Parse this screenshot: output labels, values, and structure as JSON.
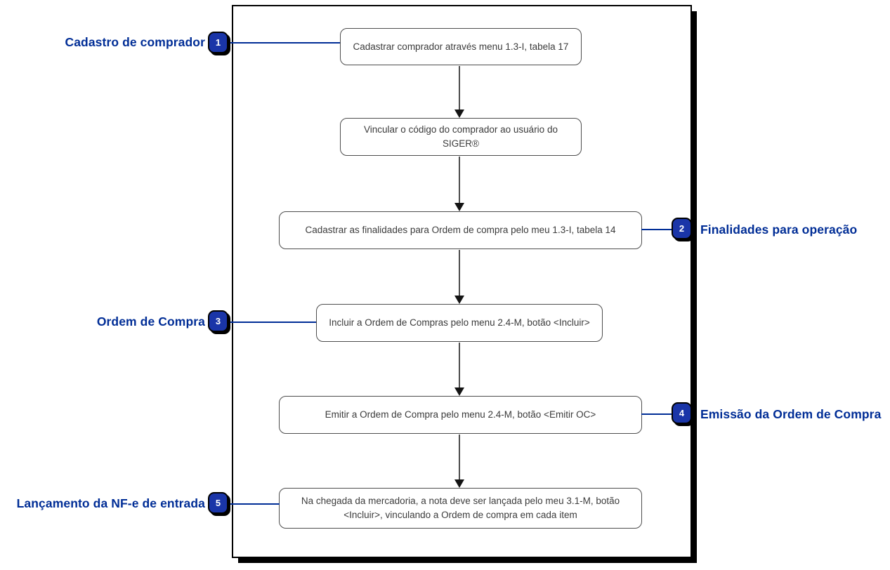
{
  "colors": {
    "accent_navy": "#002d96",
    "badge_fill": "#1a35a8",
    "box_border": "#4d4d4d",
    "frame_border": "#000000",
    "box_text": "#3b3b3b"
  },
  "flow_boxes": [
    {
      "text": "Cadastrar comprador através menu 1.3-I, tabela 17"
    },
    {
      "text": "Vincular o código do comprador ao usuário do SIGER®"
    },
    {
      "text": "Cadastrar as finalidades para Ordem de compra pelo meu 1.3-I, tabela 14"
    },
    {
      "text": "Incluir a Ordem de Compras pelo menu 2.4-M, botão <Incluir>"
    },
    {
      "text": "Emitir a Ordem de Compra pelo menu 2.4-M, botão <Emitir OC>"
    },
    {
      "text": "Na chegada da mercadoria, a nota deve ser lançada pelo meu 3.1-M, botão <Incluir>, vinculando a Ordem de compra em cada item"
    }
  ],
  "callouts": [
    {
      "number": "1",
      "label": "Cadastro de comprador",
      "side": "left"
    },
    {
      "number": "2",
      "label": "Finalidades para operação",
      "side": "right"
    },
    {
      "number": "3",
      "label": "Ordem de Compra",
      "side": "left"
    },
    {
      "number": "4",
      "label": "Emissão da Ordem de Compra",
      "side": "right"
    },
    {
      "number": "5",
      "label": "Lançamento da NF-e de entrada",
      "side": "left"
    }
  ]
}
